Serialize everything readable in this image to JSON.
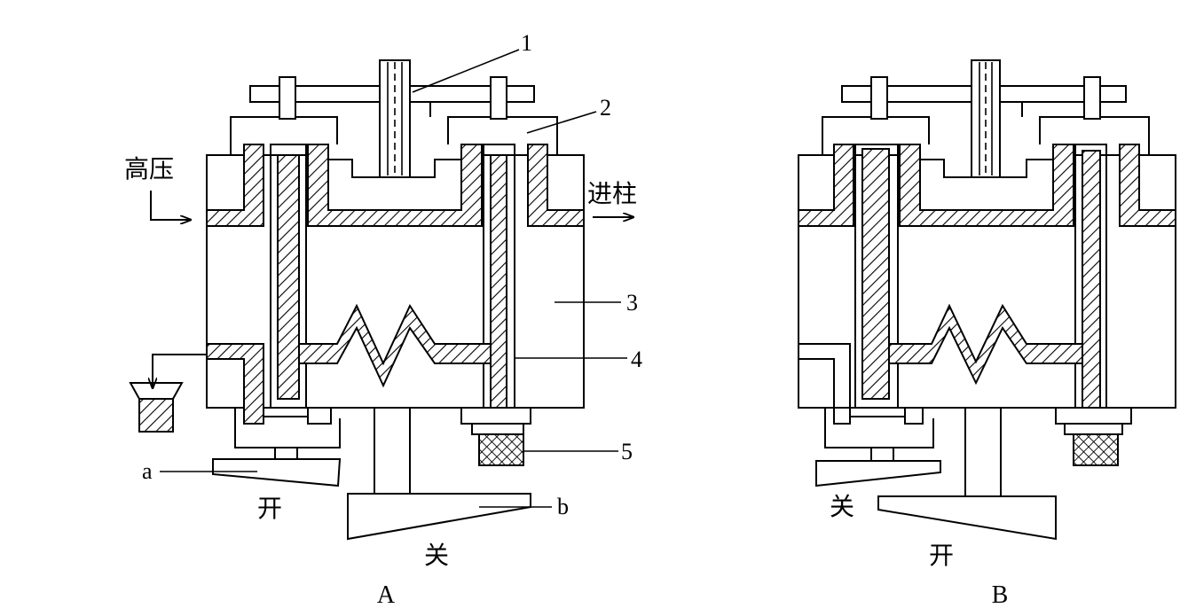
{
  "diagram_a": {
    "caption": "A",
    "inlet_label": "高压",
    "outlet_label": "进柱",
    "part_labels": {
      "p1": "1",
      "p2": "2",
      "p3": "3",
      "p4": "4",
      "p5": "5"
    },
    "lever_a_label": "a",
    "lever_b_label": "b",
    "lever_a_state": "开",
    "lever_b_state": "关"
  },
  "diagram_b": {
    "caption": "B",
    "lever_a_state": "关",
    "lever_b_state": "开"
  }
}
